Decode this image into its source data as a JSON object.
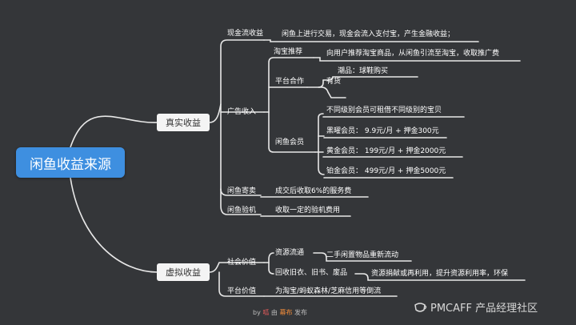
{
  "root": {
    "label": "闲鱼收益来源"
  },
  "branches": {
    "real": {
      "label": "真实收益",
      "cash_flow": {
        "label": "现金流收益",
        "desc": "闲鱼上进行交易，现金会流入支付宝，产生金融收益；"
      },
      "ads": {
        "label": "广告收入",
        "taobao": {
          "label": "淘宝推荐",
          "desc": "向用户推荐淘宝商品，从闲鱼引流至淘宝，收取推广费"
        },
        "platform": {
          "label": "平台合作",
          "youhuo": {
            "label": "有货",
            "item": "潮品：球鞋购买",
            "item2": ""
          }
        },
        "member": {
          "label": "闲鱼会员",
          "desc": "不同级别会员可租借不同级别的宝贝",
          "tiers": [
            "黑曜会员：  9.9元/月 + 押金300元",
            "黄金会员：  199元/月 + 押金2000元",
            "铂金会员：  499元/月 + 押金5000元"
          ]
        }
      },
      "consign": {
        "label": "闲鱼寄卖",
        "desc": "成交后收取6%的服务费"
      },
      "inspect": {
        "label": "闲鱼验机",
        "desc": "收取一定的验机费用"
      }
    },
    "virtual": {
      "label": "虚拟收益",
      "social": {
        "label": "社会价值",
        "flow": {
          "label": "资源流通",
          "desc": "二手闲置物品重新流动"
        },
        "recycle": {
          "label": "回收旧衣、旧书、废品",
          "desc": "资源捐献或再利用，提升资源利用率，环保"
        }
      },
      "platform_value": {
        "label": "平台价值",
        "desc": "为淘宝/蚂蚁森林/芝麻信用等倒流"
      }
    }
  },
  "footer": {
    "by": "by",
    "name": "呱",
    "by2": "由",
    "brand": "幕布",
    "publish": "发布"
  },
  "watermark": {
    "text": "PMCAFF 产品经理社区"
  },
  "colors": {
    "background": "#343639",
    "root": "#3e8fe0",
    "line": "#e8e8e8"
  }
}
